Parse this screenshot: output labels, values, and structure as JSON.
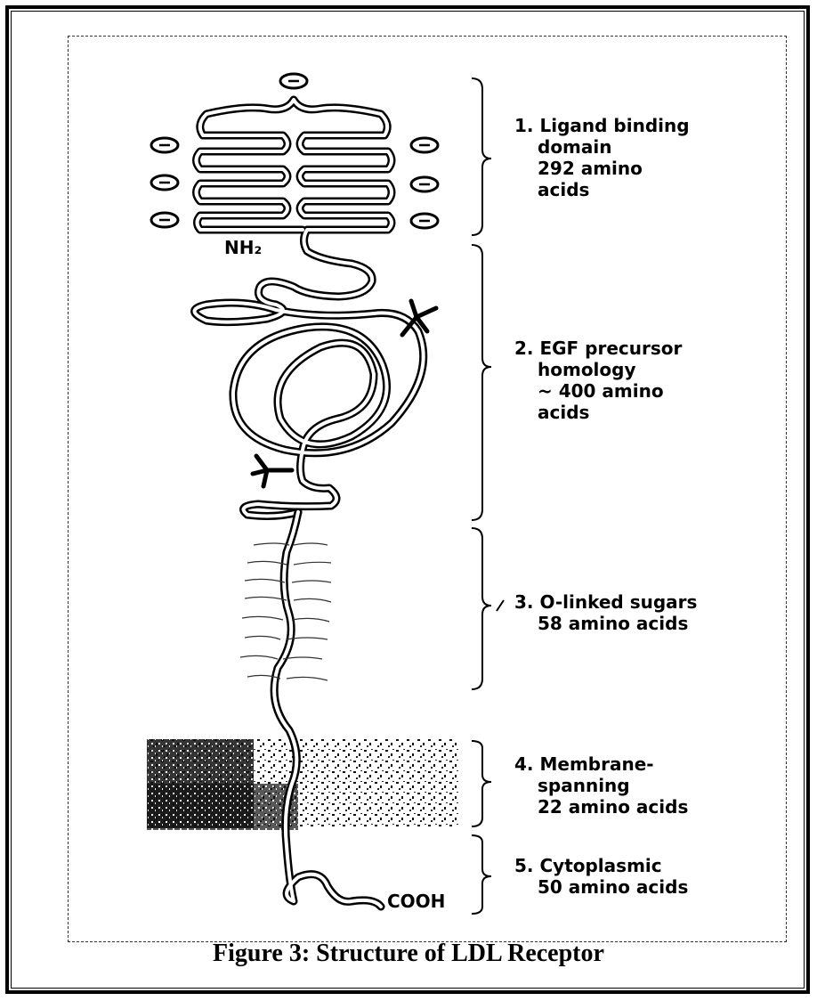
{
  "figure": {
    "caption": "Figure 3: Structure of LDL Receptor",
    "terminal_labels": {
      "amino": "NH₂",
      "carboxyl": "COOH"
    },
    "domains": [
      {
        "lines": [
          "1. Ligand binding",
          "domain",
          "292 amino",
          "acids"
        ]
      },
      {
        "lines": [
          "2. EGF precursor",
          "homology",
          "~ 400 amino",
          "acids"
        ]
      },
      {
        "lines": [
          "3. O-linked sugars",
          "58 amino acids"
        ]
      },
      {
        "lines": [
          "4. Membrane-",
          "spanning",
          "22 amino acids"
        ]
      },
      {
        "lines": [
          "5. Cytoplasmic",
          "50 amino acids"
        ]
      }
    ]
  }
}
